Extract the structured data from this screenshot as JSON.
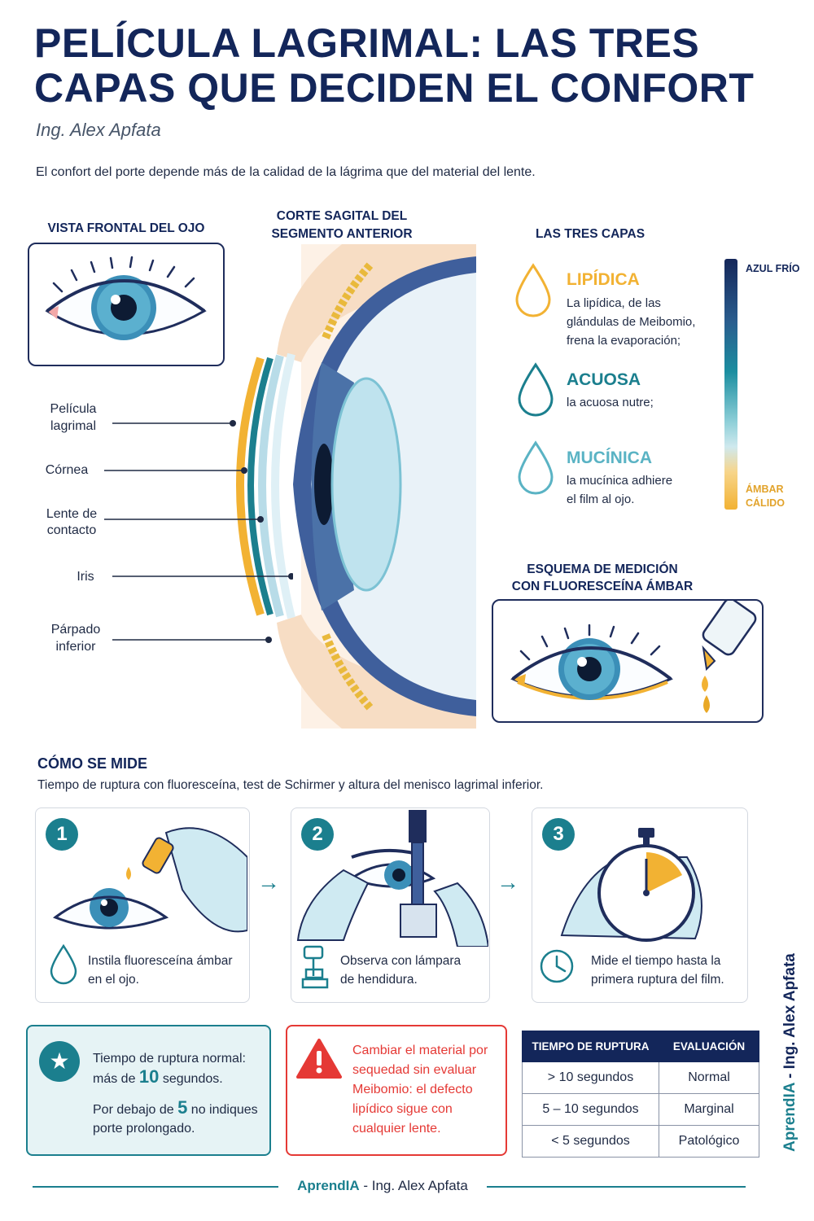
{
  "header": {
    "title": "PELÍCULA LAGRIMAL: LAS TRES CAPAS QUE DECIDEN EL CONFORT",
    "author": "Ing. Alex Apfata",
    "intro": "El confort del porte depende más de la calidad de la lágrima que del material del lente."
  },
  "anatomy": {
    "frontal_title": "VISTA FRONTAL DEL OJO",
    "sagittal_title_1": "CORTE SAGITAL DEL",
    "sagittal_title_2": "SEGMENTO ANTERIOR",
    "labels": {
      "tear_film_1": "Película",
      "tear_film_2": "lagrimal",
      "cornea": "Córnea",
      "lens_1": "Lente de",
      "lens_2": "contacto",
      "iris": "Iris",
      "eyelid_1": "Párpado",
      "eyelid_2": "inferior"
    }
  },
  "layers": {
    "title": "LAS TRES CAPAS",
    "items": [
      {
        "name": "LIPÍDICA",
        "desc_1": "La lipídica, de las",
        "desc_2": "glándulas de Meibomio,",
        "desc_3": "frena la evaporación;",
        "color": "#f2b233",
        "icon": "drop-icon"
      },
      {
        "name": "ACUOSA",
        "desc_1": "la acuosa nutre;",
        "color": "#1b7f8e",
        "icon": "drop-icon"
      },
      {
        "name": "MUCÍNICA",
        "desc_1": "la mucínica adhiere",
        "desc_2": "el film al ojo.",
        "color": "#5ab3c4",
        "icon": "drop-icon"
      }
    ],
    "scale_top": "AZUL FRÍO",
    "scale_bottom_1": "ÁMBAR",
    "scale_bottom_2": "CÁLIDO"
  },
  "fluorescein": {
    "title_1": "ESQUEMA DE MEDICIÓN",
    "title_2": "CON FLUORESCEÍNA ÁMBAR"
  },
  "measure": {
    "title": "CÓMO SE MIDE",
    "subtitle": "Tiempo de ruptura con fluoresceína, test de Schirmer y altura del menisco lagrimal inferior.",
    "steps": [
      {
        "num": "1",
        "text_1": "Instila fluoresceína ámbar",
        "text_2": "en el ojo.",
        "icon": "drop-icon"
      },
      {
        "num": "2",
        "text_1": "Observa con lámpara",
        "text_2": "de hendidura.",
        "icon": "slit-lamp-icon"
      },
      {
        "num": "3",
        "text_1": "Mide el tiempo hasta la",
        "text_2": "primera ruptura del film.",
        "icon": "clock-icon"
      }
    ]
  },
  "normal_box": {
    "line1": "Tiempo de ruptura normal:",
    "line2_pre": "más de",
    "line2_num": "10",
    "line2_post": "segundos.",
    "line3_pre": "Por debajo de",
    "line3_num": "5",
    "line3_post": "no indiques",
    "line4": "porte prolongado."
  },
  "warning_box": {
    "line1": "Cambiar el material por",
    "line2": "sequedad sin evaluar",
    "line3": "Meibomio: el defecto",
    "line4": "lipídico sigue con",
    "line5": "cualquier lente."
  },
  "table": {
    "headers": [
      "TIEMPO DE RUPTURA",
      "EVALUACIÓN"
    ],
    "rows": [
      [
        "> 10 segundos",
        "Normal"
      ],
      [
        "5 – 10 segundos",
        "Marginal"
      ],
      [
        "< 5 segundos",
        "Patológico"
      ]
    ]
  },
  "footer": {
    "brand": "AprendIA",
    "sep": " - ",
    "author": "Ing. Alex Apfata"
  },
  "side": {
    "brand": "AprendIA",
    "rest": " - Ing. Alex Apfata"
  },
  "colors": {
    "navy": "#13265a",
    "teal": "#1b7f8e",
    "amber": "#f2b233",
    "warning": "#e53935"
  }
}
